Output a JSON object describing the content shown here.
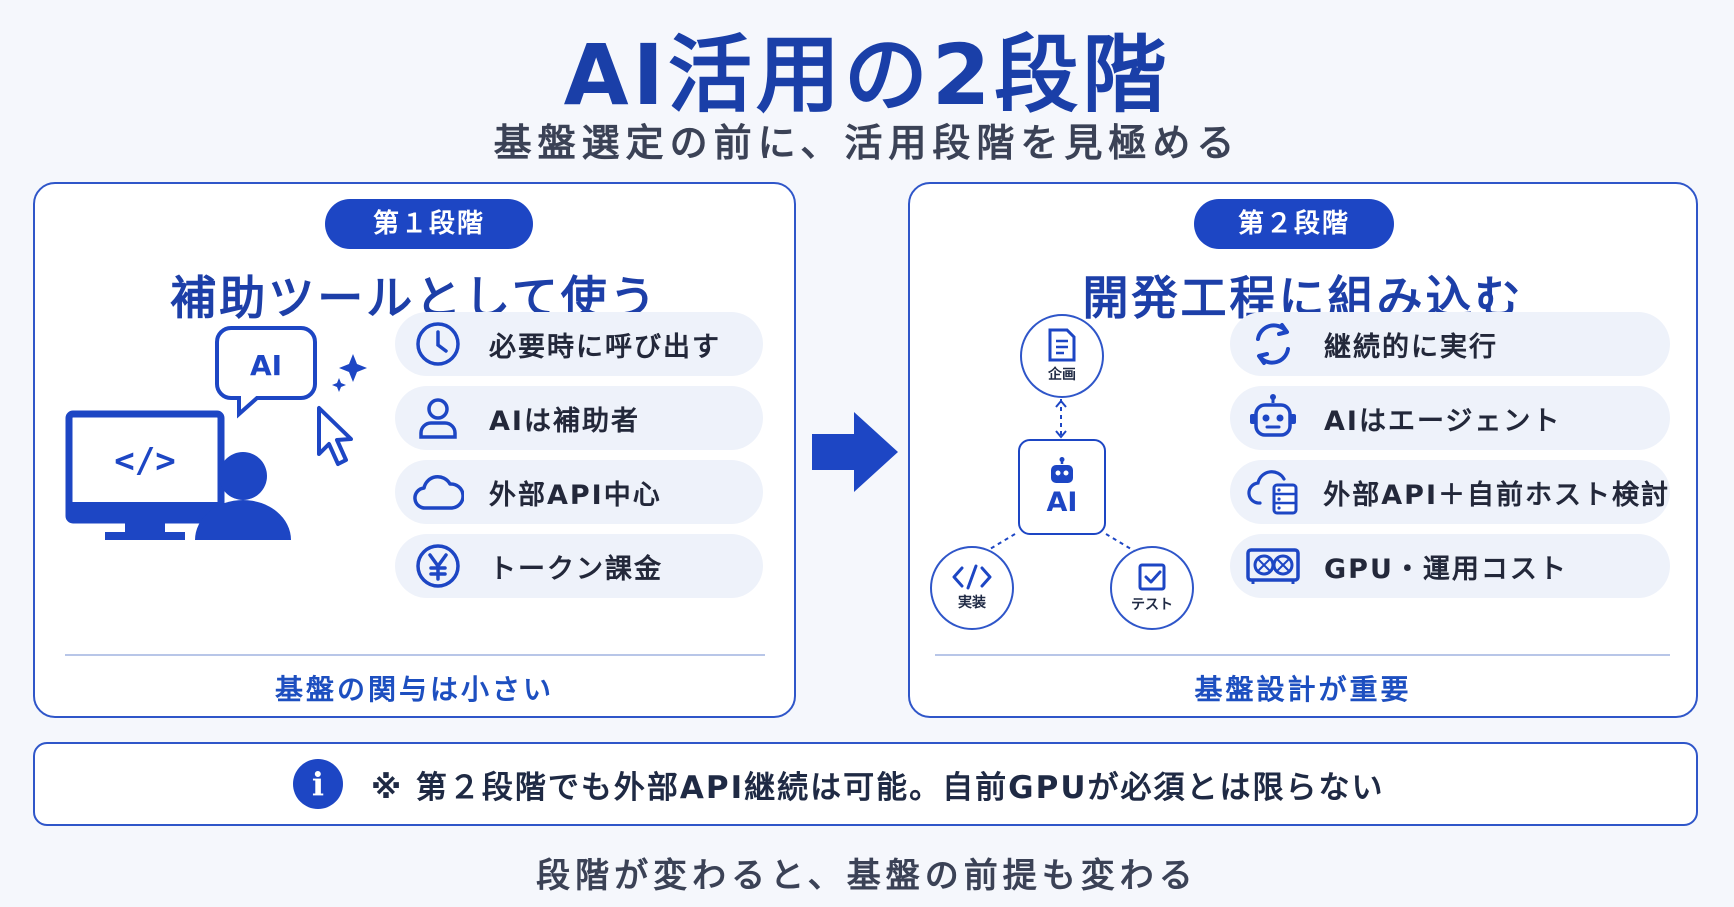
{
  "title": "AI活用の2段階",
  "subtitle": "基盤選定の前に、活用段階を見極める",
  "stage1": {
    "badge": "第１段階",
    "heading": "補助ツールとして使う",
    "illustration": {
      "bubble_text": "AI",
      "code_text": "</>"
    },
    "items": [
      {
        "icon": "clock-icon",
        "label": "必要時に呼び出す"
      },
      {
        "icon": "person-icon",
        "label": "AIは補助者"
      },
      {
        "icon": "cloud-icon",
        "label": "外部API中心"
      },
      {
        "icon": "yen-icon",
        "label": "トークン課金"
      }
    ],
    "footer": "基盤の関与は小さい"
  },
  "stage2": {
    "badge": "第２段階",
    "heading": "開発工程に組み込む",
    "diagram": {
      "center": "AI",
      "nodes": [
        {
          "icon": "document-icon",
          "label": "企画"
        },
        {
          "icon": "code-icon",
          "label": "実装"
        },
        {
          "icon": "checklist-icon",
          "label": "テスト"
        }
      ]
    },
    "items": [
      {
        "icon": "cycle-icon",
        "label": "継続的に実行"
      },
      {
        "icon": "robot-icon",
        "label": "AIはエージェント"
      },
      {
        "icon": "cloud-server-icon",
        "label": "外部API＋自前ホスト検討"
      },
      {
        "icon": "gpu-icon",
        "label": "GPU・運用コスト"
      }
    ],
    "footer": "基盤設計が重要"
  },
  "note": {
    "icon": "info-icon",
    "text": "※ 第２段階でも外部API継続は可能。自前GPUが必須とは限らない"
  },
  "bottom": "段階が変わると、基盤の前提も変わる",
  "colors": {
    "accent": "#1d46c4",
    "border": "#2f56c9",
    "item_bg": "#eef2fa"
  }
}
